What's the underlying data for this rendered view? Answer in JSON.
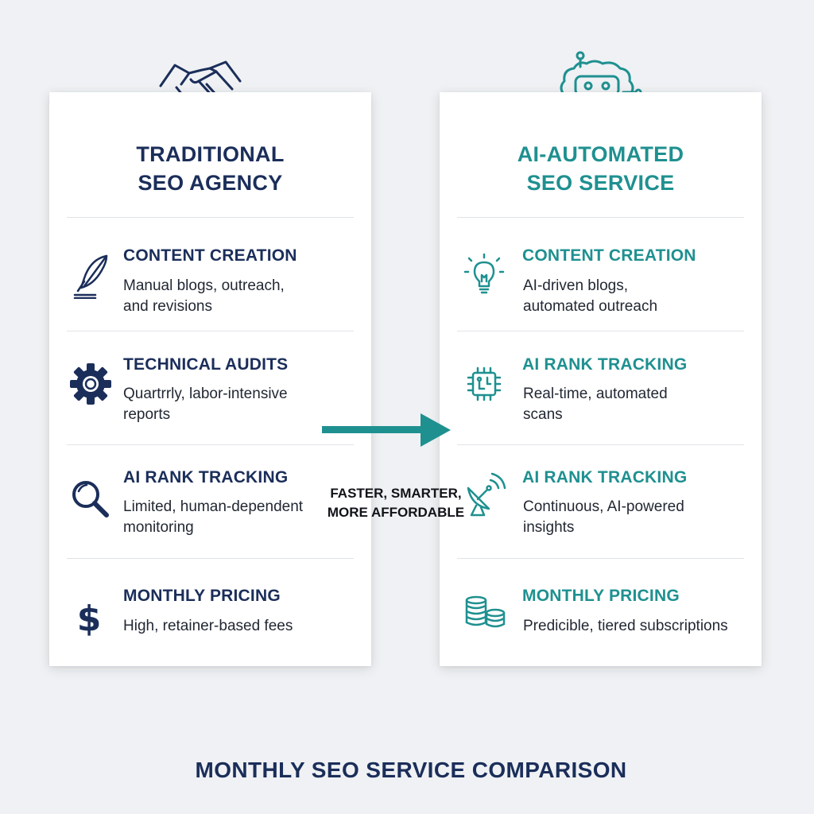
{
  "colors": {
    "navy": "#1b2e5a",
    "teal": "#1f9090",
    "background": "#eff1f4"
  },
  "left": {
    "icon": "handshake-icon",
    "title_lines": [
      "TRADITIONAL",
      "SEO AGENCY"
    ],
    "rows": [
      {
        "icon": "quill-pen-icon",
        "title": "CONTENT CREATION",
        "desc": [
          "Manual blogs, outreach,",
          "and revisions"
        ]
      },
      {
        "icon": "gear-icon",
        "title": "TECHNICAL AUDITS",
        "desc": [
          "Quartrrly, labor-intensive",
          "reports"
        ]
      },
      {
        "icon": "magnifier-icon",
        "title": "AI RANK TRACKING",
        "desc": [
          "Limited, human-dependent",
          "monitoring"
        ]
      },
      {
        "icon": "dollar-icon",
        "title": "MONTHLY PRICING",
        "desc": [
          "High, retainer-based fees"
        ]
      }
    ]
  },
  "right": {
    "icon": "robot-brain-icon",
    "title_lines": [
      "AI-AUTOMATED",
      "SEO SERVICE"
    ],
    "rows": [
      {
        "icon": "lightbulb-icon",
        "title": "CONTENT CREATION",
        "desc": [
          "AI-driven blogs,",
          "automated outreach"
        ]
      },
      {
        "icon": "chip-icon",
        "title": "AI RANK TRACKING",
        "desc": [
          "Real-time, automated",
          "scans"
        ]
      },
      {
        "icon": "satellite-dish-icon",
        "title": "AI RANK TRACKING",
        "desc": [
          "Continuous, AI-powered",
          "insights"
        ]
      },
      {
        "icon": "coin-stacks-icon",
        "title": "MONTHLY PRICING",
        "desc": [
          "Predicible, tiered subscriptions"
        ]
      }
    ]
  },
  "arrow_label": [
    "FASTER, SMARTER,",
    "MORE AFFORDABLE"
  ],
  "footer_title": "MONTHLY SEO SERVICE COMPARISON"
}
